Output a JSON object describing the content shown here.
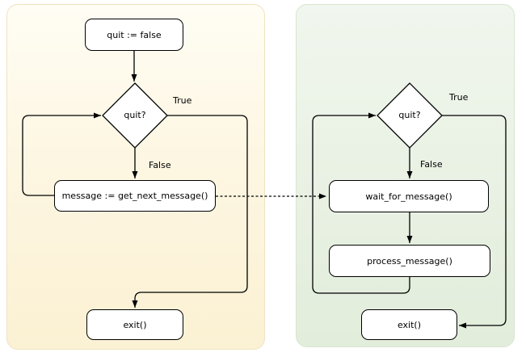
{
  "diagram_type": "flowchart",
  "colors": {
    "left_panel_fill_top": "#FFFDF4",
    "left_panel_fill_bottom": "#FBF1D3",
    "left_panel_border": "#EEE3C2",
    "right_panel_fill_top": "#F1F6EE",
    "right_panel_fill_bottom": "#E2EDDB",
    "right_panel_border": "#D8E5D0",
    "node_fill": "#FFFFFF",
    "line_color": "#000000"
  },
  "left": {
    "node_init": "quit := false",
    "node_decision": "quit?",
    "label_true": "True",
    "label_false": "False",
    "node_message": "message := get_next_message()",
    "node_exit": "exit()"
  },
  "right": {
    "node_decision": "quit?",
    "label_true": "True",
    "label_false": "False",
    "node_wait": "wait_for_message()",
    "node_process": "process_message()",
    "node_exit": "exit()"
  },
  "link": {
    "style": "dashed",
    "from": "message := get_next_message()",
    "to": "wait_for_message()"
  }
}
